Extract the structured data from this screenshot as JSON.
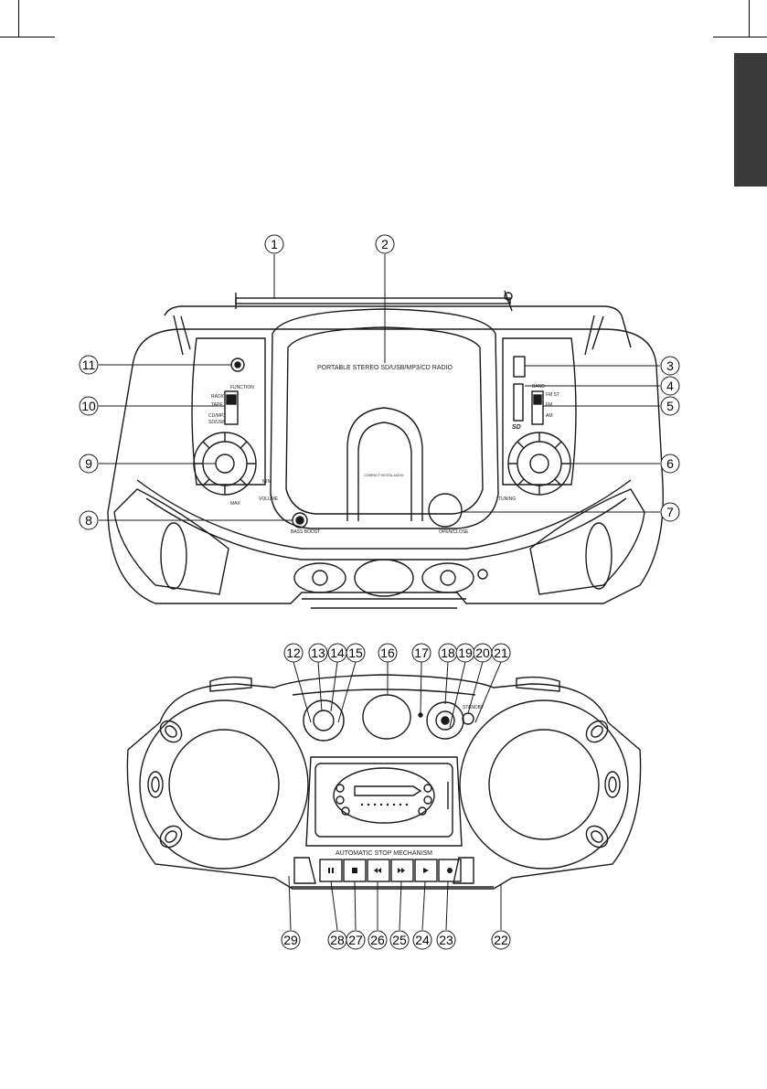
{
  "top_labels": {
    "product": "PORTABLE STEREO SD/USB/MP3/CD RADIO",
    "function": "FUNCTION",
    "radio": "RADIO",
    "tape": "TAPE",
    "cd_mp3": "CD/MP3",
    "sd_usb": "SD/USB",
    "band": "BAND",
    "fm_st": "FM ST",
    "fm": "FM",
    "am": "AM",
    "sd_logo": "SD",
    "min": "MIN",
    "max": "MAX",
    "volume": "VOLUME",
    "tuning": "TUNING",
    "bass_boost": "BASS BOOST",
    "open_close": "OPEN/CLOSE",
    "cd_logo": "COMPACT DIGITAL AUDIO"
  },
  "bottom_labels": {
    "mechanism": "AUTOMATIC STOP MECHANISM",
    "standby": "STANDBY"
  },
  "callouts_top": [
    "1",
    "2",
    "3",
    "4",
    "5",
    "6",
    "7",
    "8",
    "9",
    "10",
    "11"
  ],
  "callouts_bottom": [
    "12",
    "13",
    "14",
    "15",
    "16",
    "17",
    "18",
    "19",
    "20",
    "21",
    "22",
    "23",
    "24",
    "25",
    "26",
    "27",
    "28",
    "29"
  ],
  "colors": {
    "line": "#1a1a1a",
    "tab": "#3a3a3a",
    "background": "#ffffff"
  }
}
